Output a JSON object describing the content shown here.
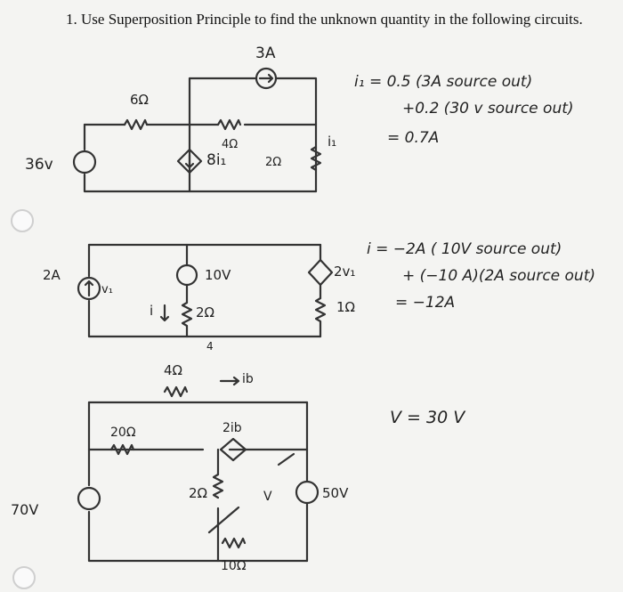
{
  "problem": {
    "title": "1. Use Superposition Principle to find the unknown quantity in the following circuits."
  },
  "circuit1": {
    "labels": {
      "current_source": "3A",
      "resistor_top": "6Ω",
      "resistor_mid": "4Ω",
      "resistor_right": "2Ω",
      "voltage_source": "36v",
      "dependent_source": "8i₁",
      "current_i1": "i₁"
    },
    "solution": [
      "i₁ = 0.5 (3A source out)",
      "+0.2 (30 v source out)",
      "= 0.7A"
    ]
  },
  "circuit2": {
    "labels": {
      "current_source": "2A",
      "v1": "v₁",
      "voltage_source": "10V",
      "resistor_mid": "2Ω",
      "current_i": "i",
      "dependent_source": "2v₁",
      "resistor_right": "1Ω",
      "node_mark": "4"
    },
    "solution": [
      "i = −2A ( 10V source out)",
      "+ (−10 A)(2A source out)",
      "= −12A"
    ]
  },
  "circuit3": {
    "labels": {
      "resistor_top": "4Ω",
      "current_ib": "ib",
      "resistor_left": "20Ω",
      "dependent_source": "2ib",
      "voltage_source": "70V",
      "resistor_mid": "2Ω",
      "voltage_v": "V",
      "resistor_bottom": "10Ω",
      "source_right": "50V"
    },
    "solution": [
      "V = 30 V"
    ]
  }
}
